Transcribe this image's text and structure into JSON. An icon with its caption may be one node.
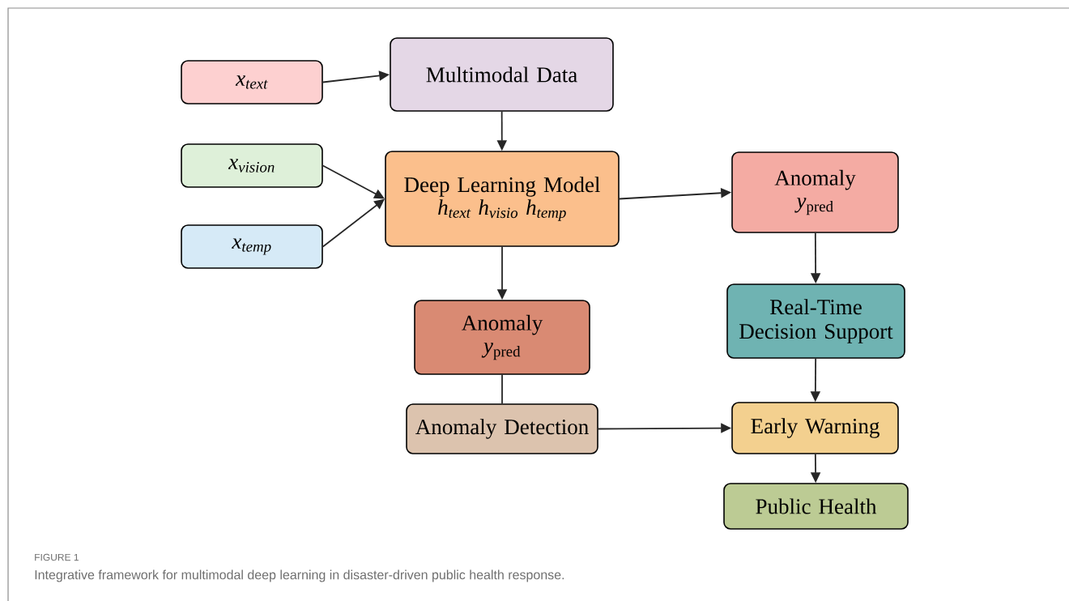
{
  "diagram": {
    "caption": "Integrative framework for multimodal deep learning in disaster-driven public health response.",
    "nodes": [
      {
        "text": [
          "x$_{text}$"
        ]
      },
      {
        "text": [
          "Multimodal Data"
        ]
      },
      {
        "text": [
          "x$_{vision}$"
        ]
      },
      {
        "text": [
          "Deep Learning Model",
          "h$_{text}$ h$_{visio}$ h$_{temp}$"
        ]
      },
      {
        "text": [
          "x$_{temp}$"
        ]
      },
      {
        "text": [
          "Anomaly",
          "*y*$_{pred}$"
        ]
      },
      {
        "text": [
          "Anomaly",
          "*y*$_{pred}$"
        ]
      },
      {
        "text": [
          "Real-Time Decision Support"
        ]
      },
      {
        "text": [
          "Anomaly Detection"
        ]
      },
      {
        "text": [
          "Early Warning"
        ]
      },
      {
        "text": [
          "Public Health"
        ]
      }
    ],
    "edges": [
      {
        "from": 0,
        "to": 1,
        "arrow": "to"
      },
      {
        "from": 1,
        "to": 3,
        "arrow": "to"
      },
      {
        "from": 2,
        "to": 3,
        "arrow": "to"
      },
      {
        "from": 4,
        "to": 3,
        "arrow": "to"
      },
      {
        "from": 3,
        "to": 5,
        "arrow": "to"
      },
      {
        "from": 3,
        "to": 6,
        "arrow": "to"
      },
      {
        "from": 6,
        "to": 8,
        "arrow": "none"
      },
      {
        "from": 8,
        "to": 9,
        "arrow": "to"
      },
      {
        "from": 5,
        "to": 7,
        "arrow": "to"
      },
      {
        "from": 7,
        "to": 9,
        "arrow": "to"
      },
      {
        "from": 9,
        "to": 10,
        "arrow": "to"
      }
    ],
    "labels": [
      "FIGURE 1"
    ]
  }
}
